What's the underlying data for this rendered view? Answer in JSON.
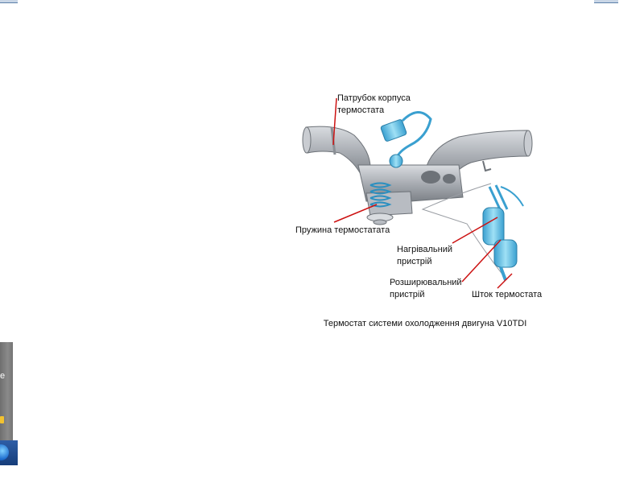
{
  "diagram": {
    "labels": {
      "housing_pipe": "Патрубок  корпуса\nтермостата",
      "spring": "Пружина термостатата",
      "heater": "Нагрівальний\nпристрій",
      "expander": "Розширювальний\nпристрій",
      "rod": "Шток термостата"
    },
    "caption": "Термостат системи охолодження двигуна V10TDI",
    "colors": {
      "leader_line": "#cc1111",
      "metal": "#a9adb3",
      "coolant_part": "#6cc6e6"
    }
  },
  "window_chrome": {
    "icons": [
      "notification-icon",
      "folder-icon",
      "start-orb-icon"
    ]
  }
}
